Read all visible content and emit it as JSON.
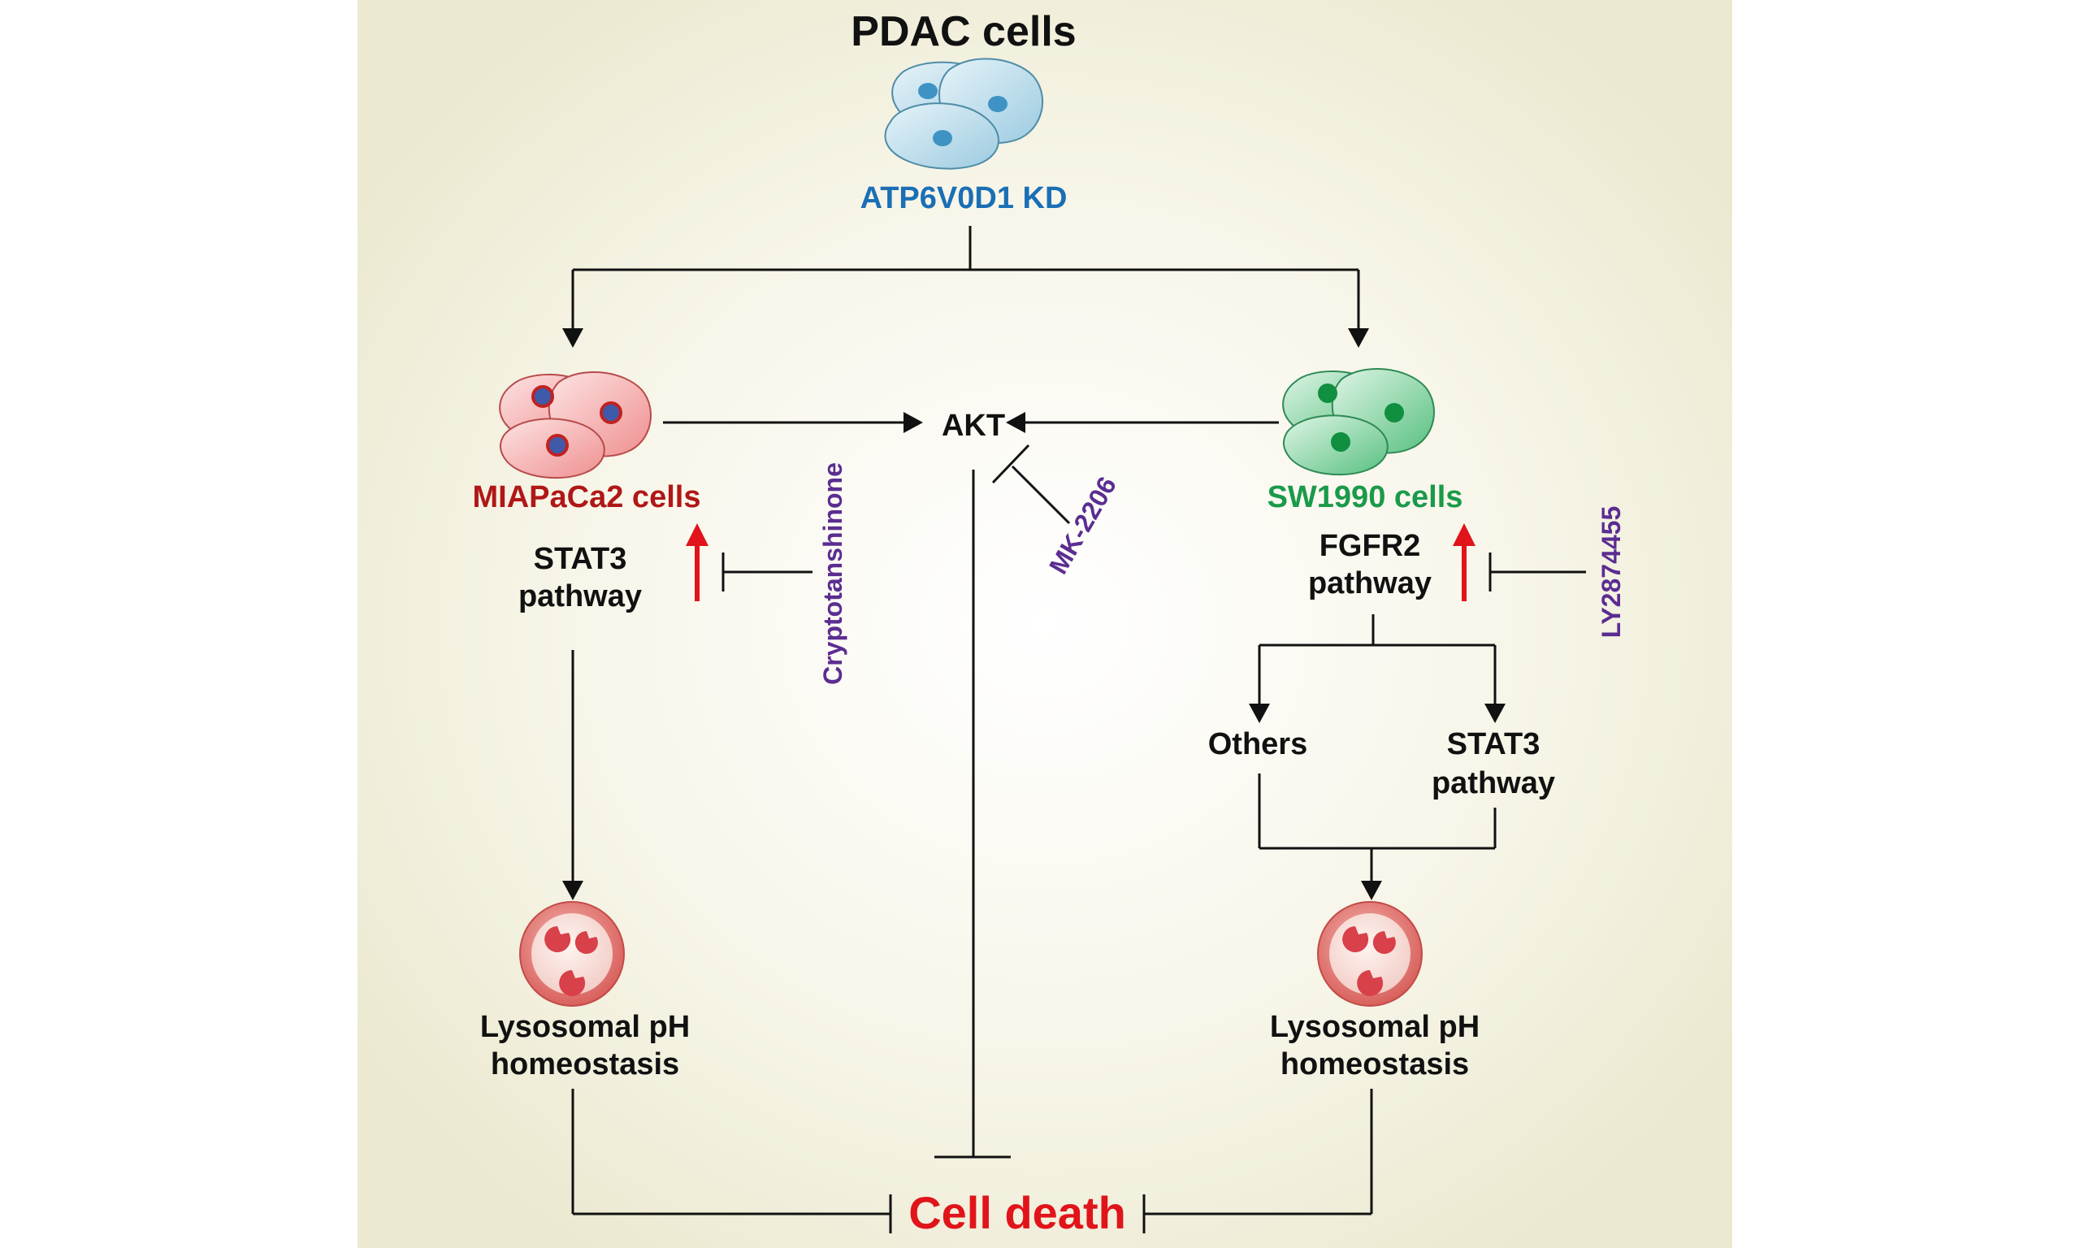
{
  "title": "PDAC cells",
  "treatment": "ATP6V0D1 KD",
  "hub": "AKT",
  "left": {
    "cell_line": "MIAPaCa2 cells",
    "pathway_line1": "STAT3",
    "pathway_line2": "pathway",
    "inhibitor": "Cryptotanshinone",
    "outcome_line1": "Lysosomal pH",
    "outcome_line2": "homeostasis"
  },
  "center_inhibitor": "MK-2206",
  "right": {
    "cell_line": "SW1990 cells",
    "pathway_line1": "FGFR2",
    "pathway_line2": "pathway",
    "inhibitor": "LY2874455",
    "branch_left": "Others",
    "branch_right_line1": "STAT3",
    "branch_right_line2": "pathway",
    "outcome_line1": "Lysosomal pH",
    "outcome_line2": "homeostasis"
  },
  "result": "Cell death",
  "colors": {
    "background_edge": "#efecd6",
    "background_center": "#ffffff",
    "title": "#111111",
    "treatment": "#1a6fb5",
    "left_cell_label": "#b01717",
    "right_cell_label": "#1a9a4a",
    "inhibitor": "#5b2d91",
    "upregulation_arrow": "#e0141a",
    "result": "#e0141a",
    "lines": "#111111"
  }
}
